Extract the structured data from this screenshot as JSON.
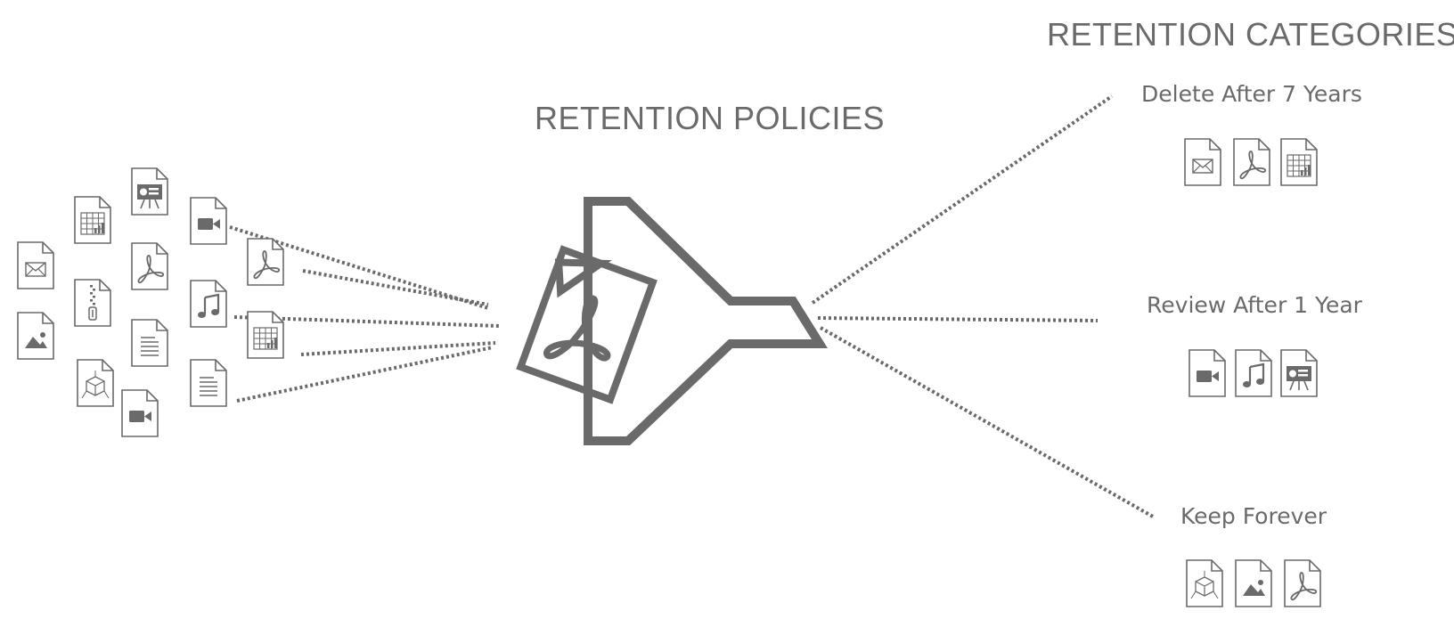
{
  "headings": {
    "policies": "RETENTION POLICIES",
    "categories": "RETENTION CATEGORIES"
  },
  "colors": {
    "stroke": "#6a6a6a",
    "icon": "#6a6a6a",
    "text": "#6a6a6a",
    "background": "#ffffff"
  },
  "source_files": [
    {
      "icon": "email-icon"
    },
    {
      "icon": "image-icon"
    },
    {
      "icon": "spreadsheet-icon"
    },
    {
      "icon": "zip-icon"
    },
    {
      "icon": "3d-model-icon"
    },
    {
      "icon": "presentation-icon"
    },
    {
      "icon": "pdf-icon"
    },
    {
      "icon": "text-document-icon"
    },
    {
      "icon": "video-icon"
    },
    {
      "icon": "video-icon"
    },
    {
      "icon": "music-icon"
    },
    {
      "icon": "text-document-icon"
    },
    {
      "icon": "pdf-icon"
    },
    {
      "icon": "spreadsheet-icon"
    }
  ],
  "funnel": {
    "icon": "funnel-icon",
    "document_icon": "pdf-icon"
  },
  "categories": [
    {
      "label": "Delete After 7 Years",
      "files": [
        "email-icon",
        "pdf-icon",
        "spreadsheet-icon"
      ]
    },
    {
      "label": "Review After 1 Year",
      "files": [
        "video-icon",
        "music-icon",
        "presentation-icon"
      ]
    },
    {
      "label": "Keep Forever",
      "files": [
        "3d-model-icon",
        "image-icon",
        "pdf-icon"
      ]
    }
  ]
}
